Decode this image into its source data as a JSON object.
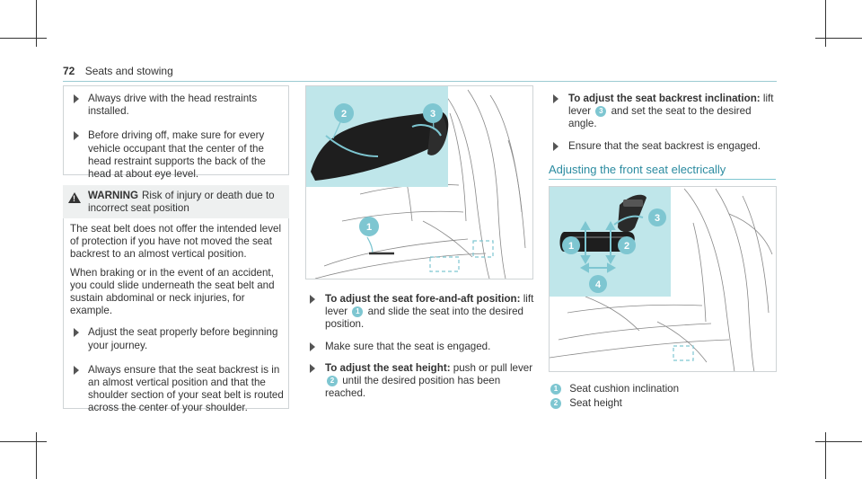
{
  "header": {
    "page_number": "72",
    "section": "Seats and stowing"
  },
  "col1": {
    "bullets": [
      "Always drive with the head restraints installed.",
      "Before driving off, make sure for every vehicle occupant that the center of the head restraint supports the back of the head at about eye level."
    ],
    "warning": {
      "label": "WARNING",
      "title": "Risk of injury or death due to incorrect seat position",
      "paragraphs": [
        "The seat belt does not offer the intended level of protection if you have not moved the seat backrest to an almost vertical position.",
        "When braking or in the event of an accident, you could slide underneath the seat belt and sustain abdominal or neck injuries, for example."
      ],
      "bullets": [
        "Adjust the seat properly before beginning your journey.",
        "Always ensure that the seat backrest is in an almost vertical position and that the shoulder section of your seat belt is routed across the center of your shoulder."
      ]
    }
  },
  "col2": {
    "figure_badges": [
      "1",
      "2",
      "3"
    ],
    "steps": [
      {
        "bold": "To adjust the seat fore-and-aft position:",
        "pre": " lift lever ",
        "badge": "1",
        "post": " and slide the seat into the desired position."
      },
      {
        "plain": "Make sure that the seat is engaged."
      },
      {
        "bold": "To adjust the seat height:",
        "pre": " push or pull lever ",
        "badge": "2",
        "post": " until the desired position has been reached."
      }
    ]
  },
  "col3": {
    "steps": [
      {
        "bold": "To adjust the seat backrest inclination:",
        "pre": " lift lever ",
        "badge": "3",
        "post": " and set the seat to the desired angle."
      },
      {
        "plain": "Ensure that the seat backrest is engaged."
      }
    ],
    "section_title": "Adjusting the front seat electrically",
    "figure_badges": [
      "1",
      "2",
      "3",
      "4"
    ],
    "legend": [
      {
        "num": "1",
        "text": "Seat cushion inclination"
      },
      {
        "num": "2",
        "text": "Seat height"
      }
    ]
  },
  "colors": {
    "accent": "#7ec6d1",
    "accent_fill": "#bfe6ea",
    "title": "#2b8ba0",
    "warning_bg": "#eef0f0"
  }
}
